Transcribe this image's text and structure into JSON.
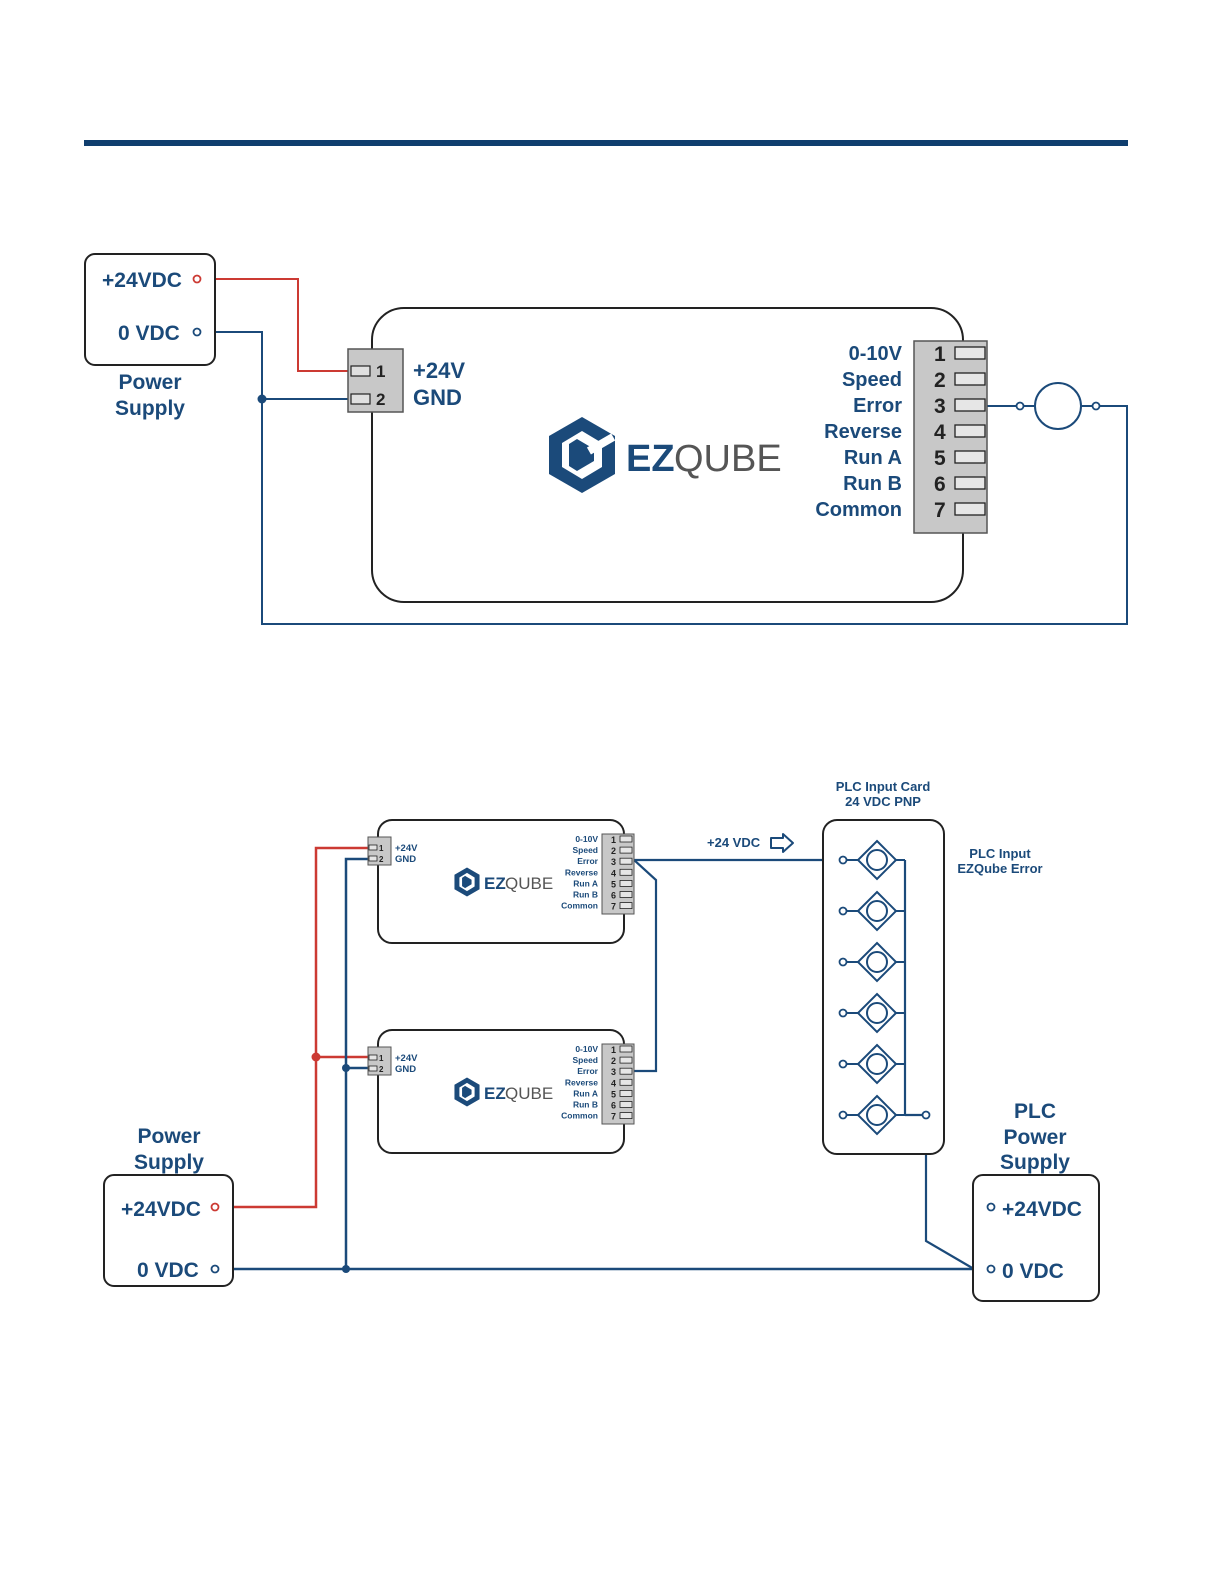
{
  "colors": {
    "header_rule": "#0f3e6e",
    "wire_blue": "#1b4a7a",
    "wire_red": "#cc3a33",
    "outline": "#222222",
    "terminal_fill": "#c8c8c8",
    "logo_blue": "#1b4a7a",
    "logo_gray": "#555555"
  },
  "logo": {
    "bold": "EZ",
    "light": "QUBE",
    "icon": "ezqube-hex-logo-icon"
  },
  "diagram1": {
    "power_supply": {
      "pos_label": "+24VDC",
      "neg_label": "0 VDC",
      "title_line1": "Power",
      "title_line2": "Supply"
    },
    "power_terminals": {
      "pin1": "1",
      "pin2": "2",
      "label1": "+24V",
      "label2": "GND"
    },
    "io_labels": [
      "0-10V",
      "Speed",
      "Error",
      "Reverse",
      "Run A",
      "Run B",
      "Common"
    ],
    "io_pins": [
      "1",
      "2",
      "3",
      "4",
      "5",
      "6",
      "7"
    ],
    "load_icon": "lamp-load-icon"
  },
  "diagram2": {
    "plc_card_title1": "PLC Input Card",
    "plc_card_title2": "24 VDC PNP",
    "signal_label": "+24 VDC",
    "signal_arrow_icon": "arrow-right-icon",
    "plc_input_label1": "PLC Input",
    "plc_input_label2": "EZQube Error",
    "plc_ps": {
      "title1": "PLC",
      "title2": "Power",
      "title3": "Supply",
      "pos_label": "+24VDC",
      "neg_label": "0 VDC"
    },
    "power_supply": {
      "title1": "Power",
      "title2": "Supply",
      "pos_label": "+24VDC",
      "neg_label": "0 VDC"
    },
    "terminal_labels": {
      "pin1": "1",
      "pin2": "2",
      "label1": "+24V",
      "label2": "GND"
    },
    "io_labels": [
      "0-10V",
      "Speed",
      "Error",
      "Reverse",
      "Run A",
      "Run B",
      "Common"
    ],
    "io_pins": [
      "1",
      "2",
      "3",
      "4",
      "5",
      "6",
      "7"
    ]
  }
}
